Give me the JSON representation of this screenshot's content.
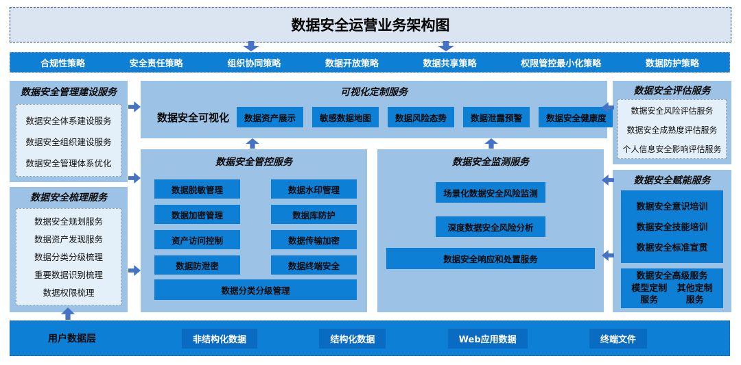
{
  "title": "数据安全运营业务架构图",
  "policy_bar": {
    "items": [
      "合规性策略",
      "安全责任策略",
      "组织协同策略",
      "数据开放策略",
      "数据共享策略",
      "权限管控最小化策略",
      "数据防护策略"
    ]
  },
  "left_column": {
    "management": {
      "title": "数据安全管理建设服务",
      "items": [
        "数据安全体系建设服务",
        "数据安全组织建设服务",
        "数据安全管理体系优化"
      ]
    },
    "combing": {
      "title": "数据安全梳理服务",
      "items": [
        "数据安全规划服务",
        "数据资产发现服务",
        "数据分类分级梳理",
        "重要数据识别梳理",
        "数据权限梳理"
      ]
    }
  },
  "center": {
    "visualization": {
      "title": "可视化定制服务",
      "label": "数据安全可视化",
      "buttons": [
        "数据资产展示",
        "敏感数据地图",
        "数据风险态势",
        "数据泄露预警",
        "数据安全健康度"
      ]
    },
    "control": {
      "title": "数据安全管控服务",
      "left_buttons": [
        "数据脱敏管理",
        "数据加密管理",
        "资产访问控制",
        "数据防泄密"
      ],
      "right_buttons": [
        "数据水印管理",
        "数据库防护",
        "数据传输加密",
        "数据终端安全"
      ],
      "wide_button": "数据分类分级管理"
    },
    "monitoring": {
      "title": "数据安全监测服务",
      "buttons": [
        "场景化数据安全风险监测",
        "深度数据安全风险分析"
      ],
      "wide_button": "数据安全响应和处置服务"
    }
  },
  "right_column": {
    "assessment": {
      "title": "数据安全评估服务",
      "items": [
        "数据安全风险评估服务",
        "数据安全成熟度评估服务",
        "个人信息安全影响评估服务"
      ]
    },
    "enablement": {
      "title": "数据安全赋能服务",
      "items": [
        "数据安全意识培训",
        "数据安全技能培训",
        "数据安全标准宣贯"
      ],
      "advanced": {
        "title": "数据安全高级服务",
        "items": [
          "模型定制服务",
          "其他定制服务"
        ]
      }
    }
  },
  "bottom_bar": {
    "label": "用户数据层",
    "chips": [
      "非结构化数据",
      "结构化数据",
      "Web应用数据",
      "终端文件"
    ]
  },
  "colors": {
    "bright_blue": "#0d7fd5",
    "chip_blue": "#0a6bc2",
    "panel_blue": "#9cc3e5",
    "title_fill": "#dbe5f1",
    "inner_fill": "#e4f0f9",
    "arrow_blue": "#4472c4"
  }
}
